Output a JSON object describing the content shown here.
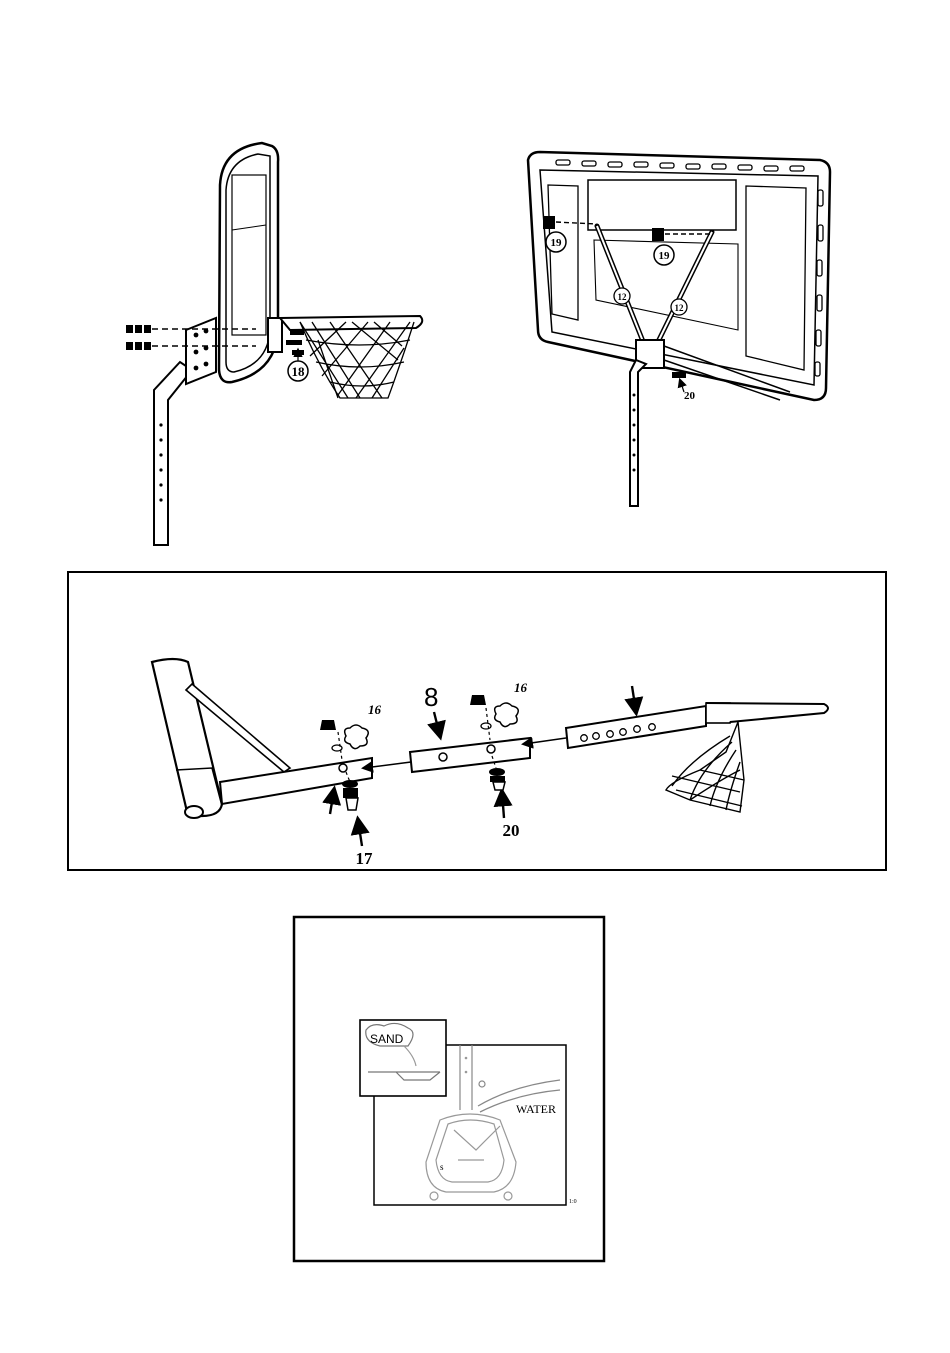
{
  "fig_top_left": {
    "callout": "18"
  },
  "fig_top_right": {
    "callout_bolt_left": "19",
    "callout_bolt_right": "19",
    "callout_brace_left": "12",
    "callout_brace_right": "12",
    "callout_bottom": "20"
  },
  "fig_middle": {
    "label_insert": "8",
    "label_knob_left": "16",
    "label_knob_right": "16",
    "label_bottom_left": "17",
    "label_bottom_right": "20"
  },
  "fig_bottom": {
    "label_sand": "SAND",
    "label_water": "WATER",
    "label_base": "s",
    "label_corner": "1:0"
  }
}
